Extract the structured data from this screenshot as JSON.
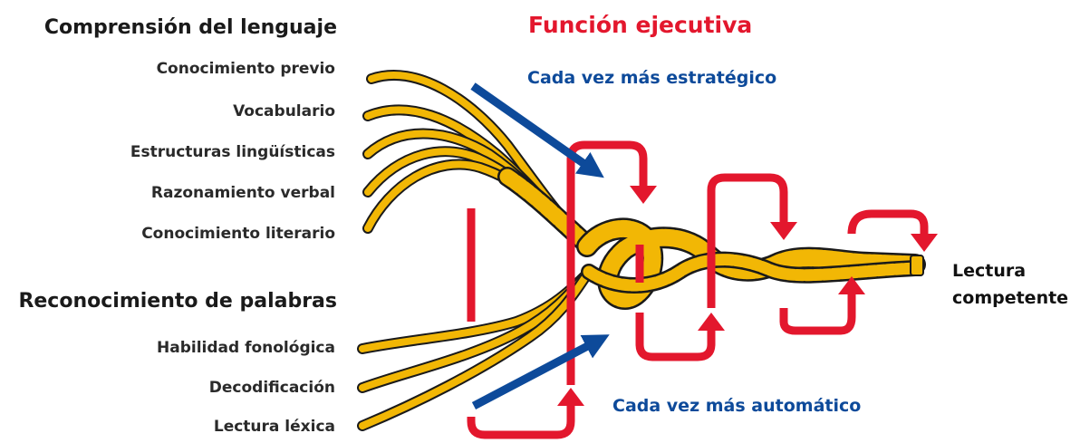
{
  "headings": {
    "language_comprehension": "Comprensión del lenguaje",
    "word_recognition": "Reconocimiento de palabras",
    "executive_function": "Función ejecutiva"
  },
  "language_strands": [
    "Conocimiento previo",
    "Vocabulario",
    "Estructuras lingüísticas",
    "Razonamiento verbal",
    "Conocimiento literario"
  ],
  "word_strands": [
    "Habilidad fonológica",
    "Decodificación",
    "Lectura léxica"
  ],
  "arrows": {
    "strategic": "Cada vez más estratégico",
    "automatic": "Cada vez más automático"
  },
  "outcome": {
    "line1": "Lectura",
    "line2": "competente"
  },
  "colors": {
    "rope": "#f2b705",
    "rope_outline": "#1a1a1a",
    "executive_red": "#e3172d",
    "arrow_blue": "#0d4a9a"
  }
}
